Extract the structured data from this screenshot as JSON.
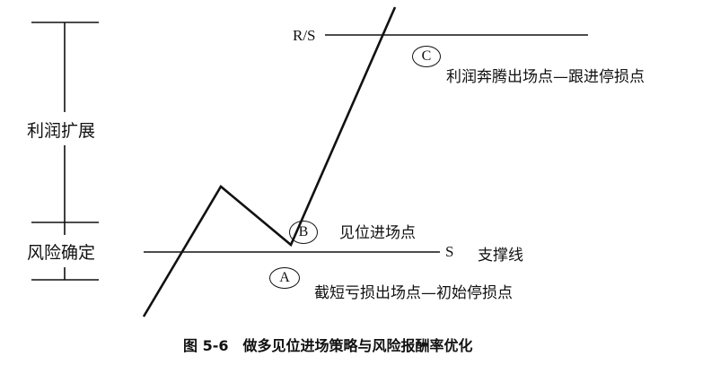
{
  "left_scale": {
    "profit_label": "利润扩展",
    "risk_label": "风险确定"
  },
  "levels": {
    "resistance_label": "R/S",
    "support_label": "S",
    "support_text": "支撑线"
  },
  "points": {
    "a": {
      "mark": "A",
      "text": "截短亏损出场点—初始停损点"
    },
    "b": {
      "mark": "B",
      "text": "见位进场点"
    },
    "c": {
      "mark": "C",
      "text": "利润奔腾出场点—跟进停损点"
    }
  },
  "caption": "图 5-6　做多见位进场策略与风险报酬率优化",
  "colors": {
    "ink": "#111111",
    "background": "#ffffff"
  }
}
